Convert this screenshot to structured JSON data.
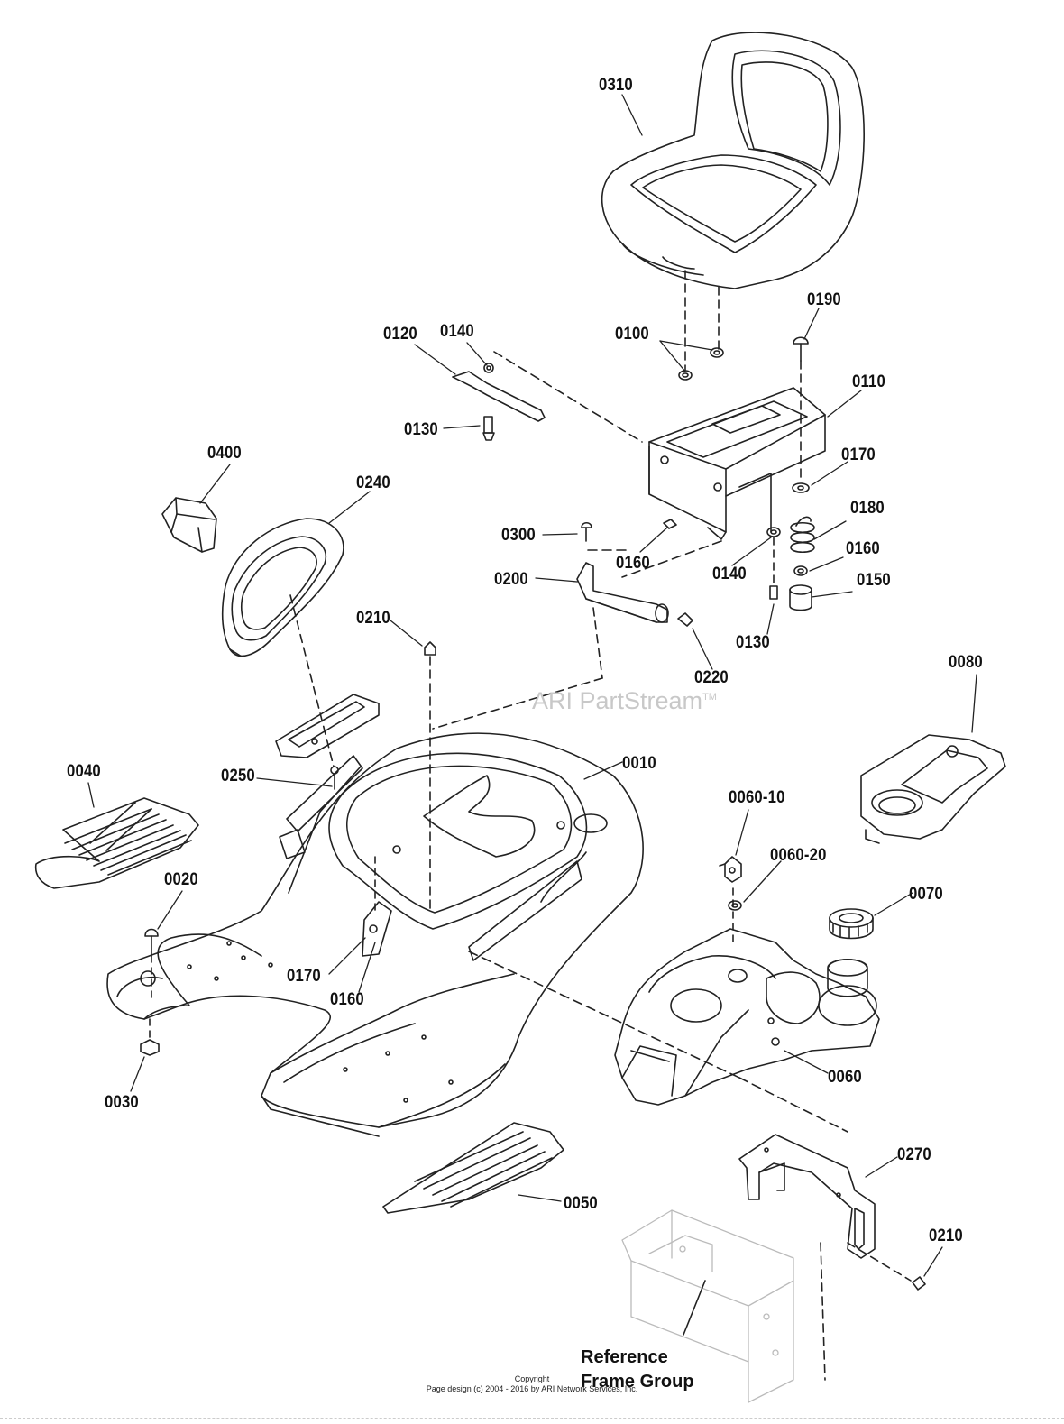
{
  "watermark": {
    "text": "ARI PartStream",
    "tm": "TM"
  },
  "parts": {
    "p0310": "0310",
    "p0140a": "0140",
    "p0120": "0120",
    "p0100": "0100",
    "p0190": "0190",
    "p0110": "0110",
    "p0130a": "0130",
    "p0400": "0400",
    "p0240": "0240",
    "p0170a": "0170",
    "p0180": "0180",
    "p0300": "0300",
    "p0200": "0200",
    "p0160a": "0160",
    "p0140b": "0140",
    "p0160b": "0160",
    "p0150": "0150",
    "p0210a": "0210",
    "p0130b": "0130",
    "p0220": "0220",
    "p0080": "0080",
    "p0040": "0040",
    "p0250": "0250",
    "p0010": "0010",
    "p0060_10": "0060-10",
    "p0060_20": "0060-20",
    "p0020": "0020",
    "p0070": "0070",
    "p0170b": "0170",
    "p0160c": "0160",
    "p0060": "0060",
    "p0030": "0030",
    "p0270": "0270",
    "p0050": "0050",
    "p0210b": "0210"
  },
  "reference": {
    "line1": "Reference",
    "line2": "Frame Group"
  },
  "footer": {
    "line1": "Copyright",
    "line2": "Page design (c) 2004 - 2016 by ARI Network Services, Inc."
  }
}
